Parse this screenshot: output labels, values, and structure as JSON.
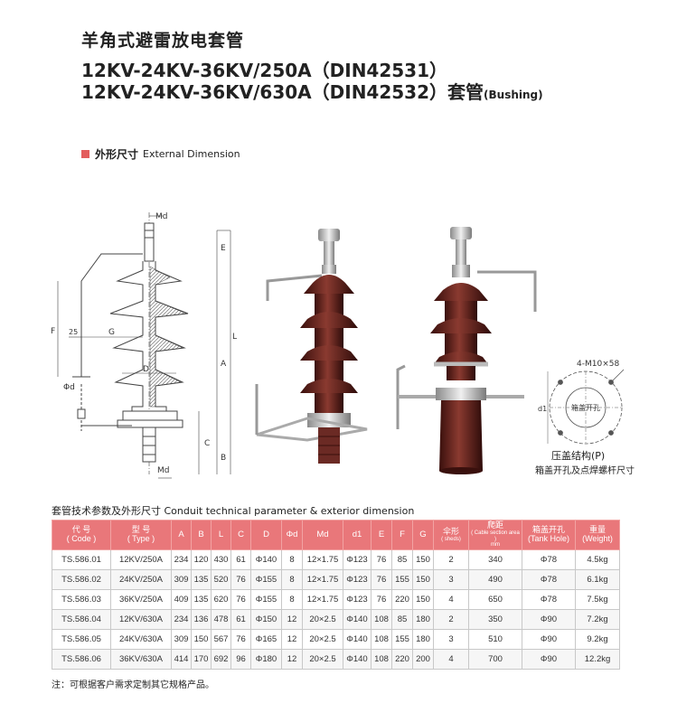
{
  "title_line1": "羊角式避雷放电套管",
  "title_line2": "12KV-24KV-36KV/250A（DIN42531）",
  "title_line3": "12KV-24KV-36KV/630A（DIN42532）套管",
  "title_line3_suffix": "(Bushing)",
  "section_cn": "外形尺寸",
  "section_en": "External Dimension",
  "drawing_labels": {
    "md_top": "Md",
    "md_bottom": "Md",
    "e": "E",
    "l": "L",
    "a": "A",
    "f": "F",
    "g": "G",
    "c": "C",
    "b": "B",
    "d": "D",
    "phid": "Φd",
    "n25": "25"
  },
  "press_plate": {
    "bolt_label": "4-M10×58",
    "d1": "d1",
    "hole_label": "箱盖开孔",
    "caption1": "压盖结构(P)",
    "caption2": "箱盖开孔及点焊螺杆尺寸"
  },
  "table_title": "套管技术参数及外形尺寸 Conduit technical parameter & exterior dimension",
  "table_headers": {
    "code_cn": "代 号",
    "code_en": "( Code )",
    "type_cn": "型 号",
    "type_en": "( Type )",
    "a": "A",
    "b": "B",
    "l": "L",
    "c": "C",
    "d": "D",
    "phid": "Φd",
    "md": "Md",
    "d1": "d1",
    "e": "E",
    "f": "F",
    "g": "G",
    "sheds_cn": "伞形",
    "sheds_en": "( sheds)",
    "creep_cn": "爬距",
    "creep_en": "( Cable section area )",
    "creep_unit": "mm",
    "hole_cn": "箱盖开孔",
    "hole_en": "(Tank Hole)",
    "weight_cn": "重量",
    "weight_en": "(Weight)"
  },
  "table_rows": [
    [
      "TS.586.01",
      "12KV/250A",
      "234",
      "120",
      "430",
      "61",
      "Φ140",
      "8",
      "12×1.75",
      "Φ123",
      "76",
      "85",
      "150",
      "2",
      "340",
      "Φ78",
      "4.5kg"
    ],
    [
      "TS.586.02",
      "24KV/250A",
      "309",
      "135",
      "520",
      "76",
      "Φ155",
      "8",
      "12×1.75",
      "Φ123",
      "76",
      "155",
      "150",
      "3",
      "490",
      "Φ78",
      "6.1kg"
    ],
    [
      "TS.586.03",
      "36KV/250A",
      "409",
      "135",
      "620",
      "76",
      "Φ155",
      "8",
      "12×1.75",
      "Φ123",
      "76",
      "220",
      "150",
      "4",
      "650",
      "Φ78",
      "7.5kg"
    ],
    [
      "TS.586.04",
      "12KV/630A",
      "234",
      "136",
      "478",
      "61",
      "Φ150",
      "12",
      "20×2.5",
      "Φ140",
      "108",
      "85",
      "180",
      "2",
      "350",
      "Φ90",
      "7.2kg"
    ],
    [
      "TS.586.05",
      "24KV/630A",
      "309",
      "150",
      "567",
      "76",
      "Φ165",
      "12",
      "20×2.5",
      "Φ140",
      "108",
      "155",
      "180",
      "3",
      "510",
      "Φ90",
      "9.2kg"
    ],
    [
      "TS.586.06",
      "36KV/630A",
      "414",
      "170",
      "692",
      "96",
      "Φ180",
      "12",
      "20×2.5",
      "Φ140",
      "108",
      "220",
      "200",
      "4",
      "700",
      "Φ90",
      "12.2kg"
    ]
  ],
  "note": "注：可根据客户需求定制其它规格产品。",
  "colors": {
    "accent": "#e9777a",
    "porcelain": "#5a1e1a",
    "bullet": "#e35d5d"
  }
}
